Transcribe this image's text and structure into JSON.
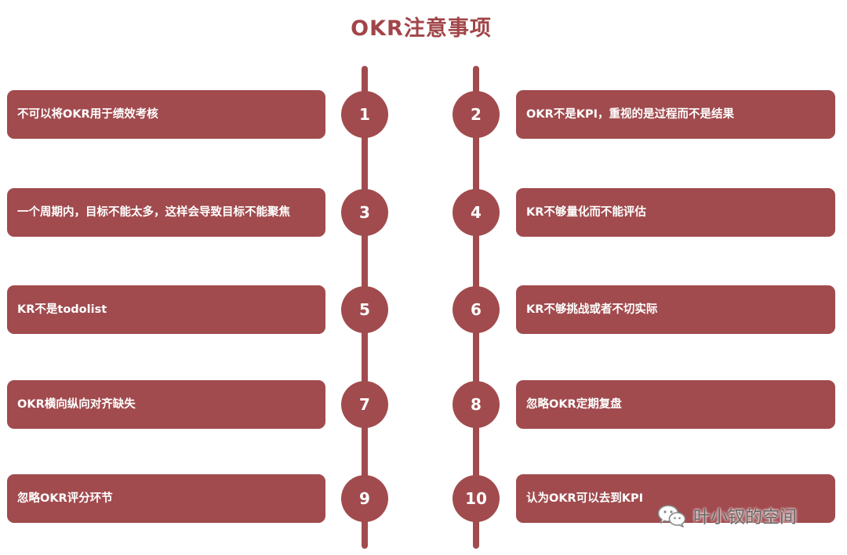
{
  "title": "OKR注意事项",
  "items": [
    {
      "num": "1",
      "text": "不可以将OKR用于绩效考核"
    },
    {
      "num": "2",
      "text": "OKR不是KPI，重视的是过程而不是结果"
    },
    {
      "num": "3",
      "text": "一个周期内，目标不能太多，这样会导致目标不能聚焦"
    },
    {
      "num": "4",
      "text": "KR不够量化而不能评估"
    },
    {
      "num": "5",
      "text": "KR不是todolist"
    },
    {
      "num": "6",
      "text": "KR不够挑战或者不切实际"
    },
    {
      "num": "7",
      "text": "OKR横向纵向对齐缺失"
    },
    {
      "num": "8",
      "text": "忽略OKR定期复盘"
    },
    {
      "num": "9",
      "text": "忽略OKR评分环节"
    },
    {
      "num": "10",
      "text": "认为OKR可以去到KPI"
    }
  ],
  "watermark": {
    "icon": "wechat-icon",
    "text": "叶小钗的空间"
  },
  "colors": {
    "accent": "#a14b4e",
    "title": "#a14548"
  }
}
